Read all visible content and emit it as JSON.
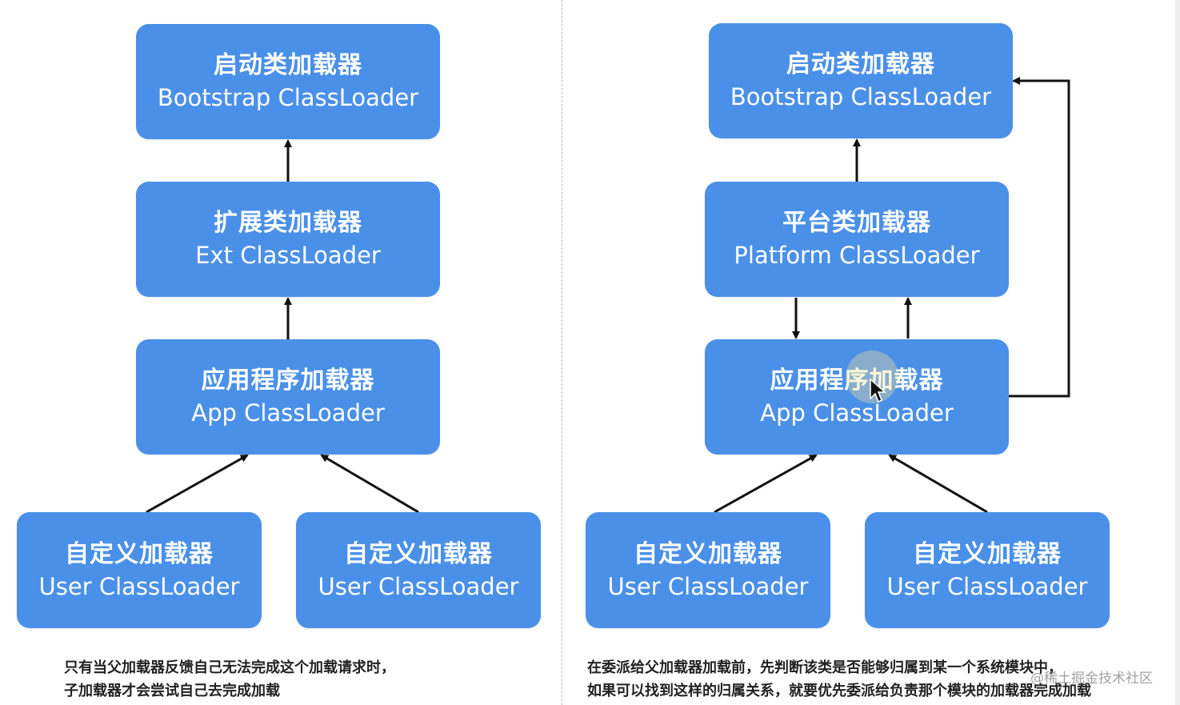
{
  "left": {
    "bootstrap": {
      "zh": "启动类加载器",
      "en": "Bootstrap ClassLoader"
    },
    "ext": {
      "zh": "扩展类加载器",
      "en": "Ext ClassLoader"
    },
    "app": {
      "zh": "应用程序加载器",
      "en": "App ClassLoader"
    },
    "user1": {
      "zh": "自定义加载器",
      "en": "User ClassLoader"
    },
    "user2": {
      "zh": "自定义加载器",
      "en": "User ClassLoader"
    },
    "caption": [
      "只有当父加载器反馈自己无法完成这个加载请求时，",
      "子加载器才会尝试自己去完成加载"
    ]
  },
  "right": {
    "bootstrap": {
      "zh": "启动类加载器",
      "en": "Bootstrap ClassLoader"
    },
    "platform": {
      "zh": "平台类加载器",
      "en": "Platform ClassLoader"
    },
    "app": {
      "zh": "应用程序加载器",
      "en": "App ClassLoader"
    },
    "user1": {
      "zh": "自定义加载器",
      "en": "User ClassLoader"
    },
    "user2": {
      "zh": "自定义加载器",
      "en": "User ClassLoader"
    },
    "caption": [
      "在委派给父加载器加载前，先判断该类是否能够归属到某一个系统模块中，",
      "如果可以找到这样的归属关系，就要优先委派给负责那个模块的加载器完成加载"
    ]
  },
  "watermark": "@稀土掘金技术社区",
  "colors": {
    "box": "#4a90e8",
    "arrow": "#111111",
    "text": "#ffffff"
  }
}
